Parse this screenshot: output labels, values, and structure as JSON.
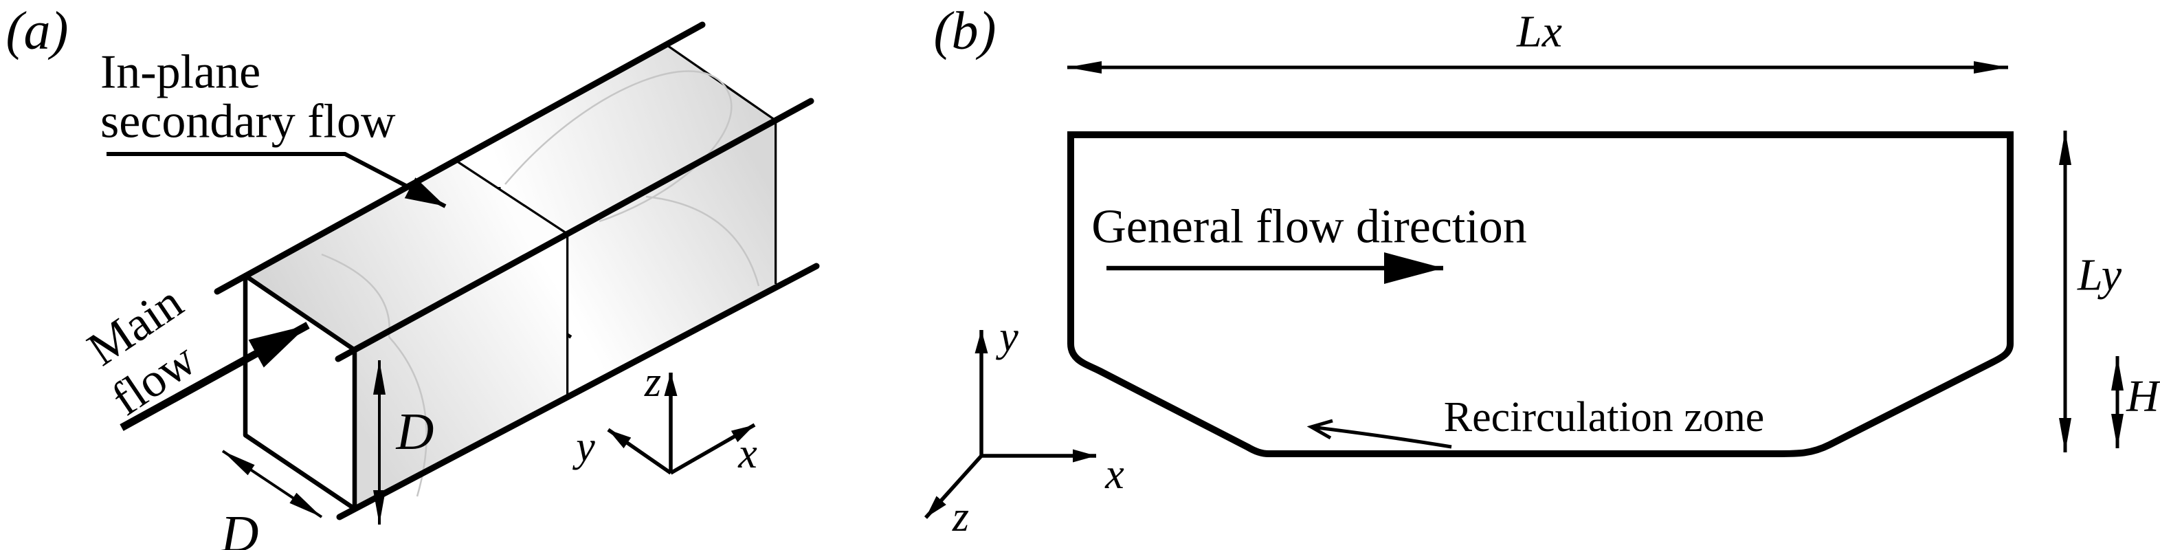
{
  "figure": {
    "panel_a": {
      "tag": "(a)",
      "secondary_flow_label": [
        "In-plane",
        "secondary flow"
      ],
      "main_flow_label": [
        "Main",
        "flow"
      ],
      "dim_width_label": "D",
      "dim_height_label": "D",
      "axes": {
        "x": "x",
        "y": "y",
        "z": "z"
      }
    },
    "panel_b": {
      "tag": "(b)",
      "dim_length_label": "Lx",
      "dim_height_label": "Ly",
      "dim_step_label": "H",
      "flow_label": "General flow direction",
      "recirculation_label": "Recirculation zone",
      "axes": {
        "x": "x",
        "y": "y",
        "z": "z"
      }
    },
    "colors": {
      "ink": "#000000",
      "background": "#ffffff",
      "face_gray": "#d9d9d9",
      "contour_gray": "#c6c6c6"
    }
  }
}
